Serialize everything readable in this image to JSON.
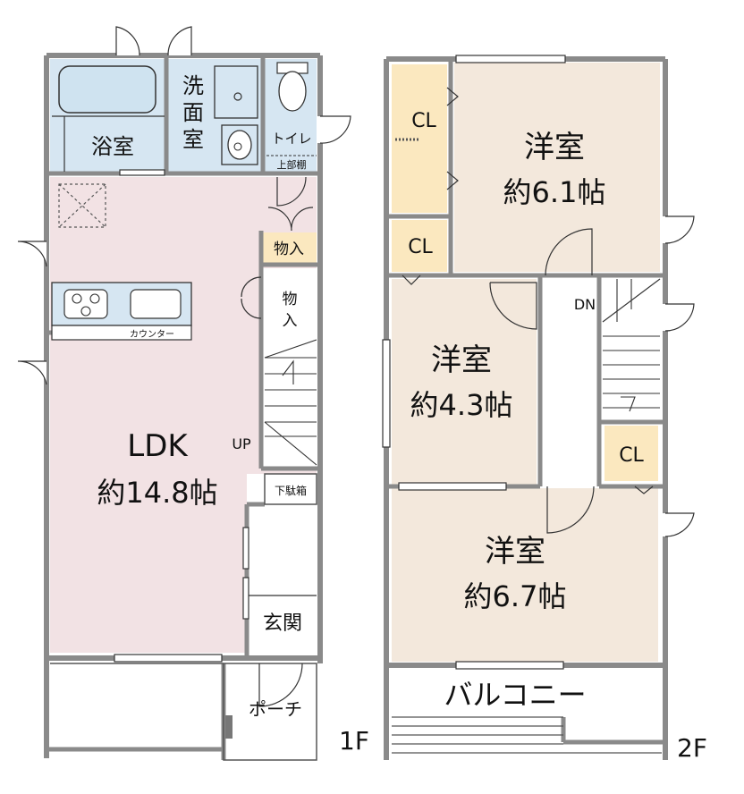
{
  "floor1": {
    "floor_label": "1F",
    "bath_label": "浴室",
    "washroom_label": [
      "洗",
      "面",
      "室"
    ],
    "toilet_label": "トイレ",
    "upper_shelf_label": "上部棚",
    "storage_small_label": "物入",
    "storage_tall_label": [
      "物",
      "入"
    ],
    "counter_label": "カウンター",
    "ldk_label": "LDK",
    "ldk_size": "約14.8帖",
    "stairs_label": "UP",
    "shoe_box_label": "下駄箱",
    "entrance_label": "玄関",
    "porch_label": "ポーチ"
  },
  "floor2": {
    "floor_label": "2F",
    "closet_label": "CL",
    "room_a_label": "洋室",
    "room_a_size": "約6.1帖",
    "room_b_label": "洋室",
    "room_b_size": "約4.3帖",
    "room_c_label": "洋室",
    "room_c_size": "約6.7帖",
    "stairs_label": "DN",
    "balcony_label": "バルコニー"
  },
  "colors": {
    "wall": "#8a8a8a",
    "wet_area": "#d6e6f2",
    "ldk_floor": "#f2e2e4",
    "western_room": "#f3e8dc",
    "closet": "#fbe8bf"
  }
}
